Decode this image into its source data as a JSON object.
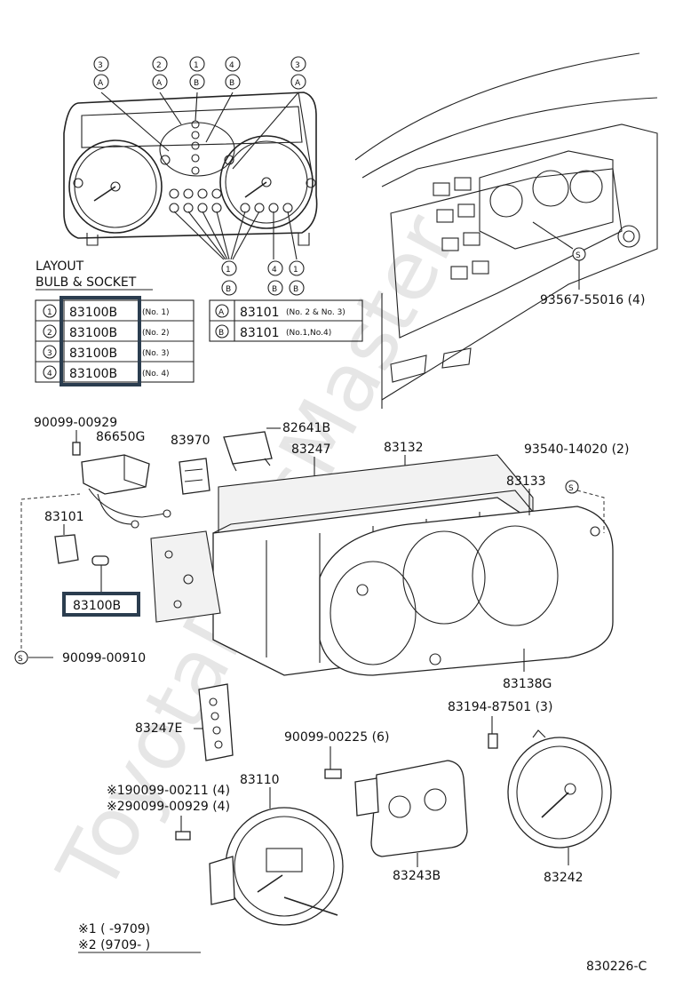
{
  "watermark": "ToyotaPartsMaster",
  "diagram_code": "830226-C",
  "top_callouts": [
    {
      "num": "3",
      "letter": "A"
    },
    {
      "num": "2",
      "letter": "A"
    },
    {
      "num": "1",
      "letter": "B"
    },
    {
      "num": "4",
      "letter": "B"
    },
    {
      "num": "3",
      "letter": "A"
    }
  ],
  "lower_callouts": [
    {
      "num": "1",
      "letter": "B"
    },
    {
      "num": "4",
      "letter": "B"
    },
    {
      "num": "1",
      "letter": "B"
    }
  ],
  "layout_title_line1": "LAYOUT",
  "layout_title_line2": "BULB & SOCKET",
  "bulb_table": [
    {
      "key": "1",
      "part": "83100B",
      "note": "(No. 1)"
    },
    {
      "key": "2",
      "part": "83100B",
      "note": "(No. 2)"
    },
    {
      "key": "3",
      "part": "83100B",
      "note": "(No. 3)"
    },
    {
      "key": "4",
      "part": "83100B",
      "note": "(No. 4)"
    }
  ],
  "socket_table": [
    {
      "key": "A",
      "part": "83101",
      "note": "(No. 2 & No. 3)"
    },
    {
      "key": "B",
      "part": "83101",
      "note": "(No.1,No.4)"
    }
  ],
  "labels": {
    "screw_dash": "93567-55016 (4)",
    "screw_dash_key": "S",
    "p90099_00929": "90099-00929",
    "p86650G": "86650G",
    "p83970": "83970",
    "p82641B": "82641B",
    "p83247": "83247",
    "p83132": "83132",
    "p93540": "93540-14020 (2)",
    "p93540_key": "S",
    "p83133": "83133",
    "p83101": "83101",
    "p83100B": "83100B",
    "p90099_00910": "90099-00910",
    "p90099_00910_key": "S",
    "p83138G": "83138G",
    "p83194": "83194-87501 (3)",
    "p83247E": "83247E",
    "p90099_00225": "90099-00225 (6)",
    "p83110": "83110",
    "note1_part": "※190099-00211 (4)",
    "note2_part": "※290099-00929 (4)",
    "p83243B": "83243B",
    "p83242": "83242",
    "footnote1": "※1 (          -9709)",
    "footnote2": "※2 (9709-          )"
  },
  "highlight_color": "#2b3d4f"
}
